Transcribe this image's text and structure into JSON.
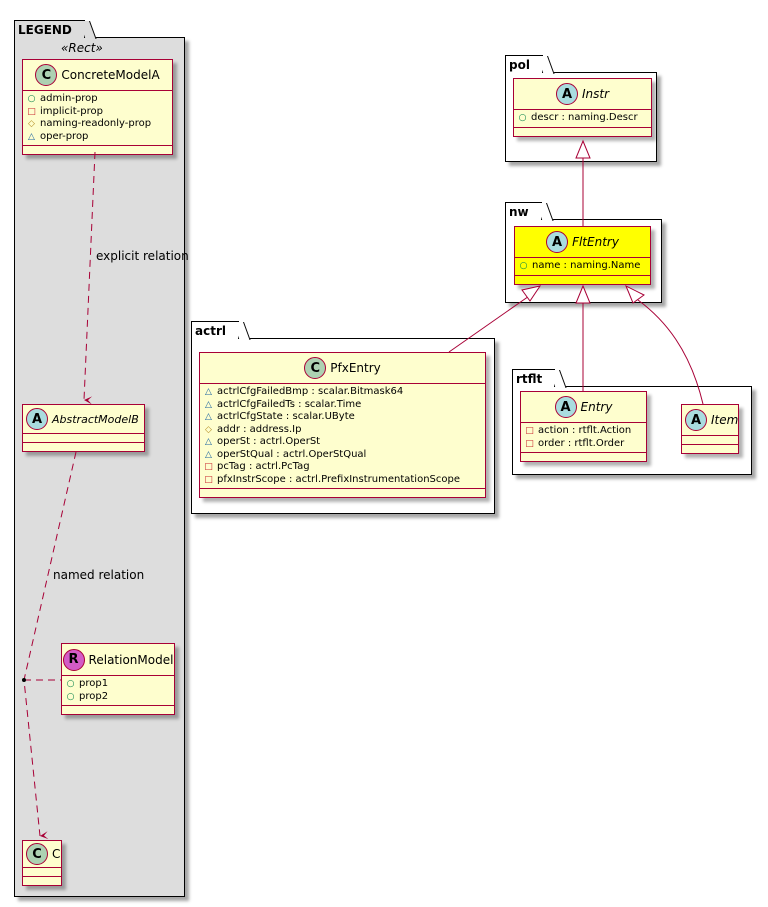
{
  "legend": {
    "package_name": "LEGEND",
    "stereotype": "«Rect»",
    "concrete_model": {
      "badge": "C",
      "name": "ConcreteModelA",
      "attributes": [
        {
          "vis": "public",
          "symbol": "○",
          "text": "admin-prop"
        },
        {
          "vis": "private",
          "symbol": "□",
          "text": "implicit-prop"
        },
        {
          "vis": "protected",
          "symbol": "◇",
          "text": "naming-readonly-prop"
        },
        {
          "vis": "package",
          "symbol": "△",
          "text": "oper-prop"
        }
      ]
    },
    "explicit_relation_label": "explicit relation",
    "abstract_model": {
      "badge": "A",
      "name": "AbstractModelB"
    },
    "named_relation_label": "named relation",
    "relation_model": {
      "badge": "R",
      "name": "RelationModel",
      "attributes": [
        {
          "vis": "public",
          "symbol": "○",
          "text": "prop1"
        },
        {
          "vis": "public",
          "symbol": "○",
          "text": "prop2"
        }
      ]
    },
    "c_model": {
      "badge": "C",
      "name": "C"
    }
  },
  "packages": {
    "pol": {
      "name": "pol",
      "class": {
        "badge": "A",
        "name": "Instr",
        "attributes": [
          {
            "vis": "public",
            "symbol": "○",
            "text": "descr : naming.Descr"
          }
        ]
      }
    },
    "nw": {
      "name": "nw",
      "class": {
        "badge": "A",
        "name": "FltEntry",
        "attributes": [
          {
            "vis": "public",
            "symbol": "○",
            "text": "name : naming.Name"
          }
        ]
      }
    },
    "actrl": {
      "name": "actrl",
      "class": {
        "badge": "C",
        "name": "PfxEntry",
        "attributes": [
          {
            "vis": "package",
            "symbol": "△",
            "text": "actrlCfgFailedBmp : scalar.Bitmask64"
          },
          {
            "vis": "package",
            "symbol": "△",
            "text": "actrlCfgFailedTs : scalar.Time"
          },
          {
            "vis": "package",
            "symbol": "△",
            "text": "actrlCfgState : scalar.UByte"
          },
          {
            "vis": "protected",
            "symbol": "◇",
            "text": "addr : address.Ip"
          },
          {
            "vis": "package",
            "symbol": "△",
            "text": "operSt : actrl.OperSt"
          },
          {
            "vis": "package",
            "symbol": "△",
            "text": "operStQual : actrl.OperStQual"
          },
          {
            "vis": "private",
            "symbol": "□",
            "text": "pcTag : actrl.PcTag"
          },
          {
            "vis": "private",
            "symbol": "□",
            "text": "pfxInstrScope : actrl.PrefixInstrumentationScope"
          }
        ]
      }
    },
    "rtflt": {
      "name": "rtflt",
      "entry": {
        "badge": "A",
        "name": "Entry",
        "attributes": [
          {
            "vis": "private",
            "symbol": "□",
            "text": "action : rtflt.Action"
          },
          {
            "vis": "private",
            "symbol": "□",
            "text": "order : rtflt.Order"
          }
        ]
      },
      "item": {
        "badge": "A",
        "name": "Item"
      }
    }
  },
  "colors": {
    "border": "#a80036",
    "class_fill": "#fefece",
    "highlight_fill": "#ffff00",
    "legend_fill": "#dddddd"
  }
}
